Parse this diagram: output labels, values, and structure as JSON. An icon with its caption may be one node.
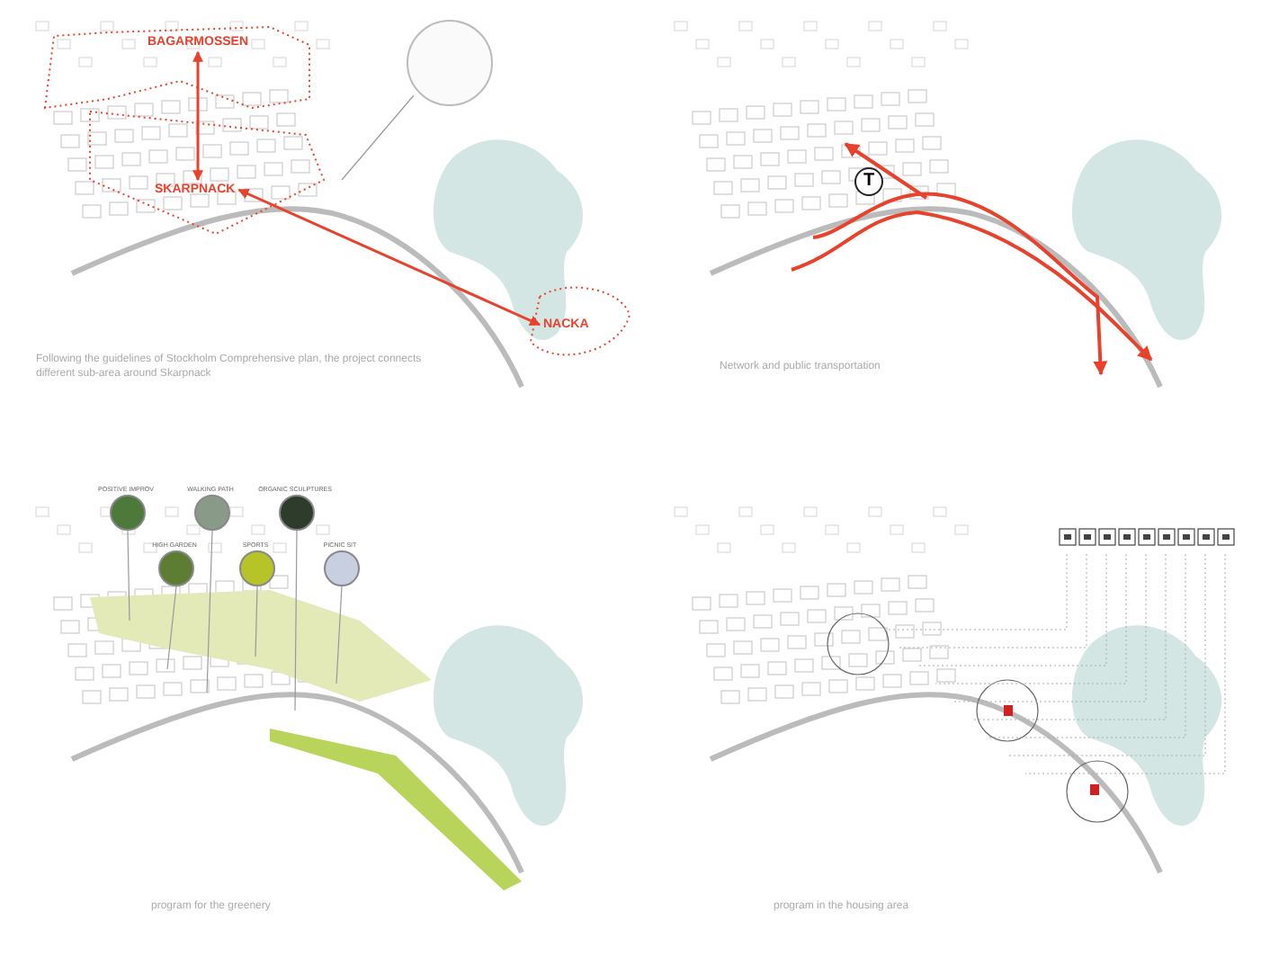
{
  "diagram": {
    "nodes": [
      {
        "text": [
          "BAGARMOSSEN"
        ]
      },
      {
        "text": [
          "SKARPNACK"
        ]
      },
      {
        "text": [
          "NACKA"
        ]
      },
      {
        "text": [],
        "shape": "circle"
      },
      {
        "text": [
          "T"
        ]
      },
      {
        "text": [],
        "shape": "circle",
        "beside": [
          "POSITIVE IMPROV"
        ]
      },
      {
        "text": [],
        "shape": "circle",
        "beside": [
          "HIGH GARDEN"
        ]
      },
      {
        "text": [],
        "shape": "circle",
        "beside": [
          "WALKING PATH"
        ]
      },
      {
        "text": [],
        "shape": "circle",
        "beside": [
          "SPORTS"
        ]
      },
      {
        "text": [],
        "shape": "circle",
        "beside": [
          "ORGANIC SCULPTURES"
        ]
      },
      {
        "text": [],
        "shape": "circle",
        "beside": [
          "PICNIC SIT"
        ]
      }
    ],
    "edges": [
      {
        "from": 0,
        "to": 1,
        "arrow": "both",
        "color": "#e8412c"
      },
      {
        "from": 1,
        "to": 2,
        "arrow": "both",
        "color": "#e8412c"
      },
      {
        "from": 3,
        "to": null,
        "arrow": "none"
      },
      {
        "from": 5,
        "to": null,
        "arrow": "none"
      },
      {
        "from": 6,
        "to": null,
        "arrow": "none"
      },
      {
        "from": 7,
        "to": null,
        "arrow": "none"
      },
      {
        "from": 8,
        "to": null,
        "arrow": "none"
      },
      {
        "from": 9,
        "to": null,
        "arrow": "none"
      },
      {
        "from": 10,
        "to": null,
        "arrow": "none"
      }
    ],
    "labels": [
      "Following the guidelines of Stockholm Comprehensive plan, the project connects different sub-area around Skarpnack",
      "Network and public transportation",
      "program for the greenery",
      "program in the housing area"
    ]
  }
}
